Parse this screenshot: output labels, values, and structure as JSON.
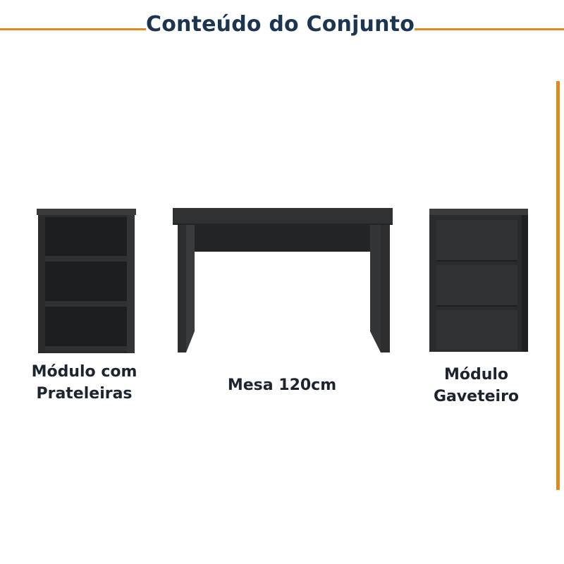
{
  "header": {
    "title": "Conteúdo do Conjunto",
    "accent_color": "#e08a1e",
    "title_color": "#1c3550"
  },
  "items": [
    {
      "id": "shelf",
      "label": "Módulo com\nPrateleiras",
      "image": "open-shelf-cabinet"
    },
    {
      "id": "desk",
      "label": "Mesa 120cm",
      "image": "desk"
    },
    {
      "id": "drawer",
      "label": "Módulo\nGaveteiro",
      "image": "three-drawer-cabinet"
    }
  ],
  "furniture_color": "#2b2c2e"
}
